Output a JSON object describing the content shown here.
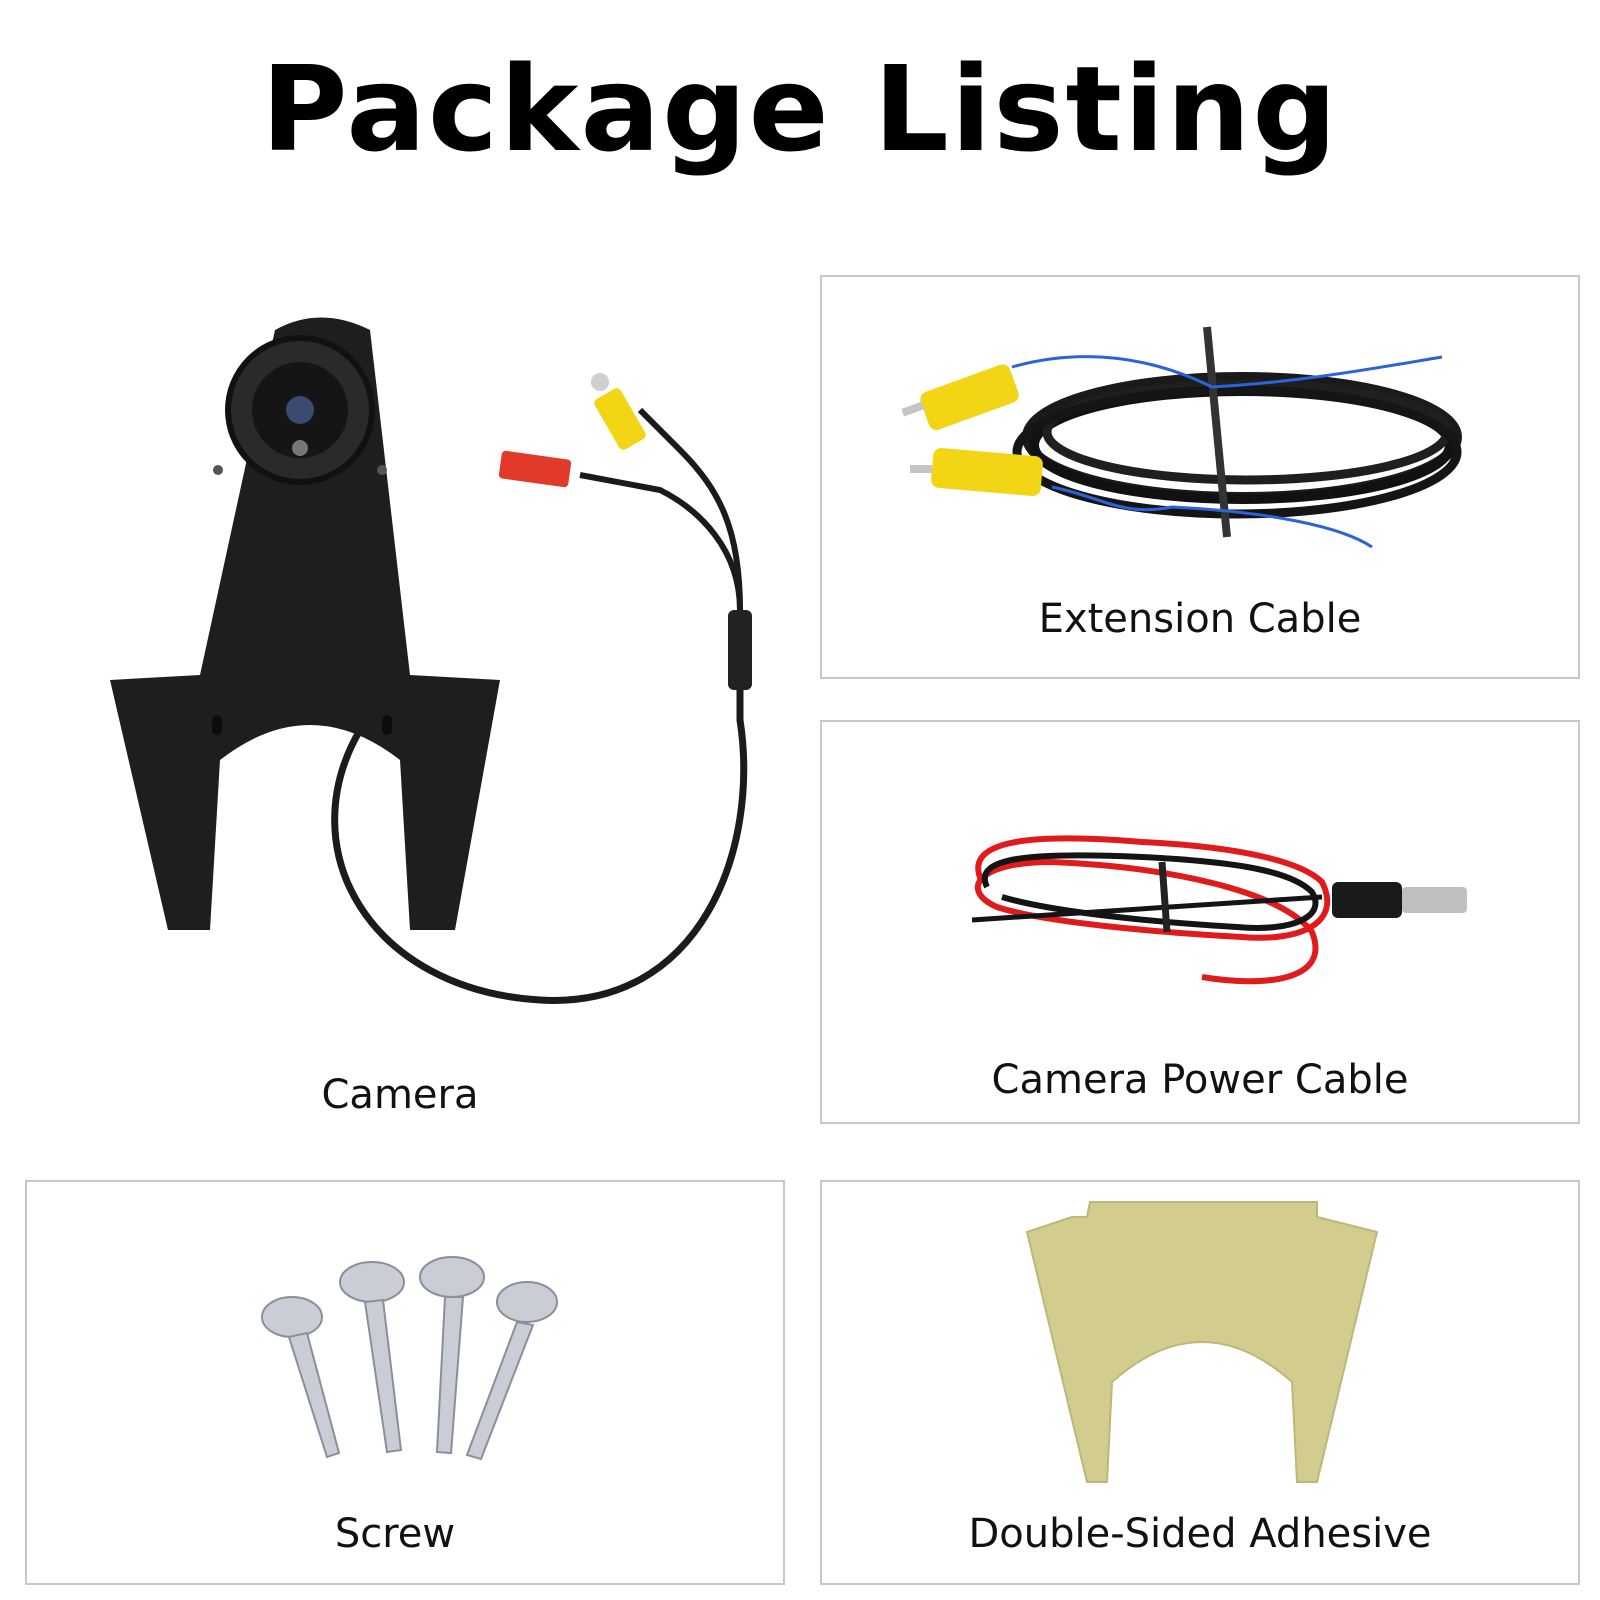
{
  "title": "Package Listing",
  "items": {
    "camera": "Camera",
    "extension_cable": "Extension Cable",
    "power_cable": "Camera Power Cable",
    "screw": "Screw",
    "adhesive": "Double-Sided Adhesive"
  },
  "colors": {
    "camera_body": "#1e1e1e",
    "rca_yellow": "#f2d515",
    "connector_red": "#e23a2a",
    "wire_blue": "#2c63d9",
    "power_red": "#e01b1b",
    "adhesive_tan": "#d2cc8e",
    "screw_silver": "#c9ced6"
  }
}
